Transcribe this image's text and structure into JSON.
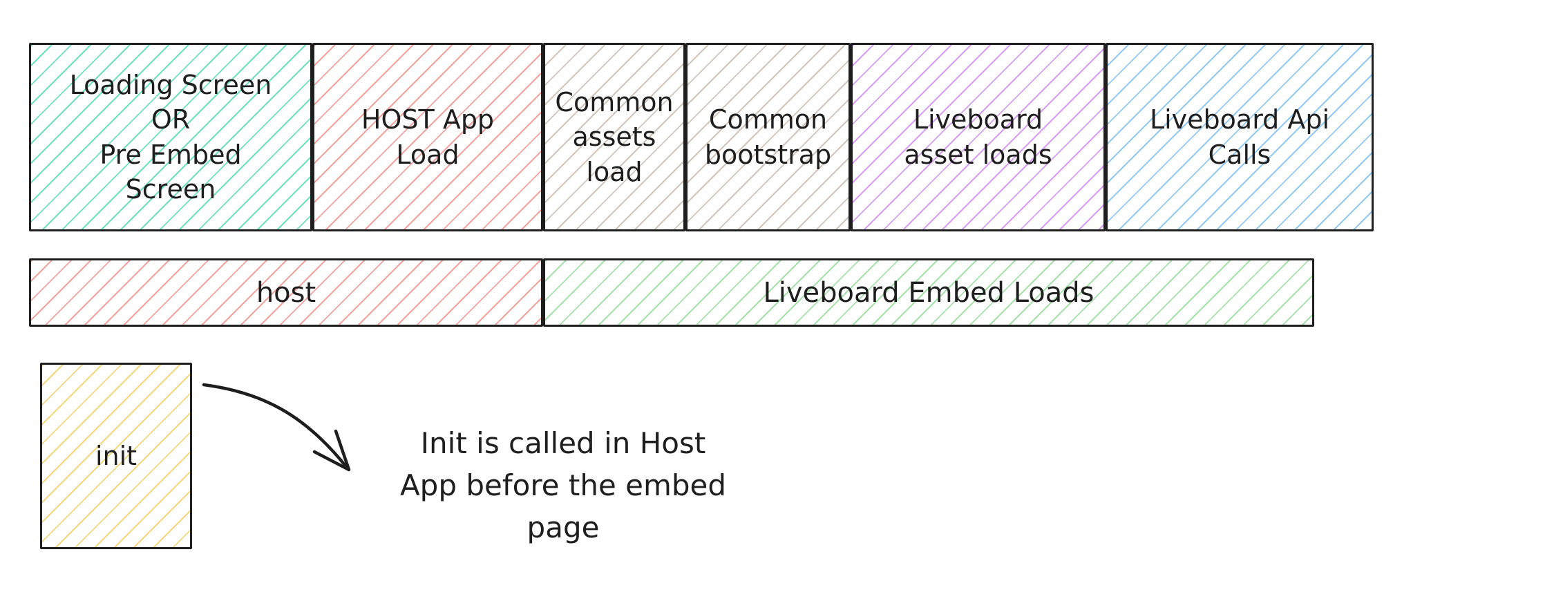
{
  "diagram": {
    "background_color": "#ffffff",
    "stroke_color": "#1e1e1e",
    "phase_row": {
      "segments": [
        {
          "name": "loading-screen",
          "label": "Loading Screen\nOR\nPre Embed\nScreen",
          "hatch_color": "#6fe0c0"
        },
        {
          "name": "host-app-load",
          "label": "HOST App\nLoad",
          "hatch_color": "#f3a49e"
        },
        {
          "name": "common-assets-load",
          "label": "Common\nassets\nload",
          "hatch_color": "#d4c5bb"
        },
        {
          "name": "common-bootstrap",
          "label": "Common\nbootstrap",
          "hatch_color": "#d4c5bb"
        },
        {
          "name": "liveboard-asset-loads",
          "label": "Liveboard\nasset loads",
          "hatch_color": "#d79ef3"
        },
        {
          "name": "liveboard-api-calls",
          "label": "Liveboard Api\nCalls",
          "hatch_color": "#94c9f1"
        }
      ]
    },
    "group_row": {
      "segments": [
        {
          "name": "host",
          "label": "host",
          "hatch_color": "#f3a49e"
        },
        {
          "name": "liveboard-embed-loads",
          "label": "Liveboard Embed Loads",
          "hatch_color": "#a8e2ab"
        }
      ]
    },
    "init_box": {
      "label": "init",
      "hatch_color": "#f4d77e"
    },
    "annotation": {
      "text": "Init is called in Host\nApp before the embed\npage"
    }
  }
}
